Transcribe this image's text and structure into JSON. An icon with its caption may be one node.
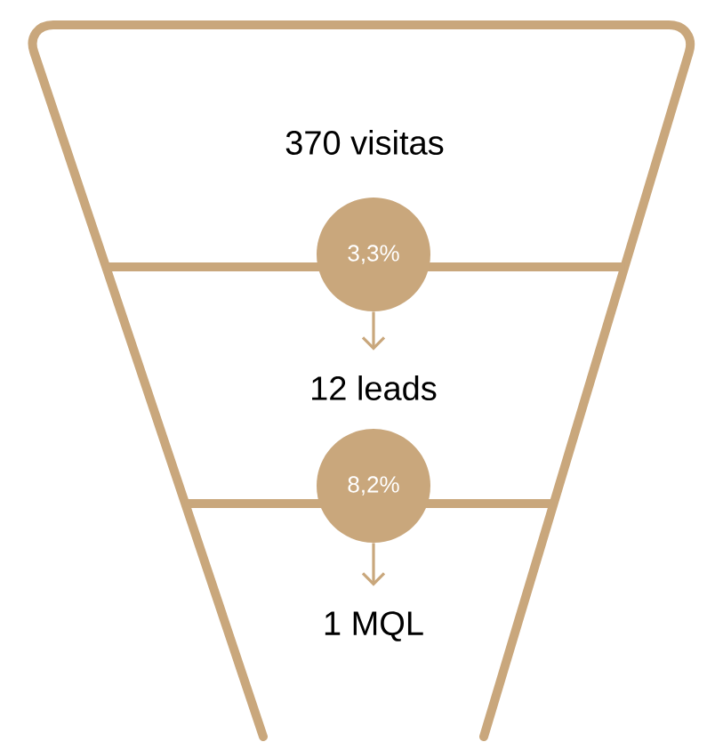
{
  "diagram": {
    "nodes": [
      {
        "text": [
          "370 visitas"
        ]
      },
      {
        "text": [
          "3,3%"
        ]
      },
      {
        "text": [
          "12 leads"
        ]
      },
      {
        "text": [
          "8,2%"
        ]
      },
      {
        "text": [
          "1 MQL"
        ]
      }
    ],
    "edges": [
      {
        "from": 1,
        "to": 2,
        "arrow": "to"
      },
      {
        "from": 3,
        "to": 4,
        "arrow": "to"
      }
    ]
  }
}
